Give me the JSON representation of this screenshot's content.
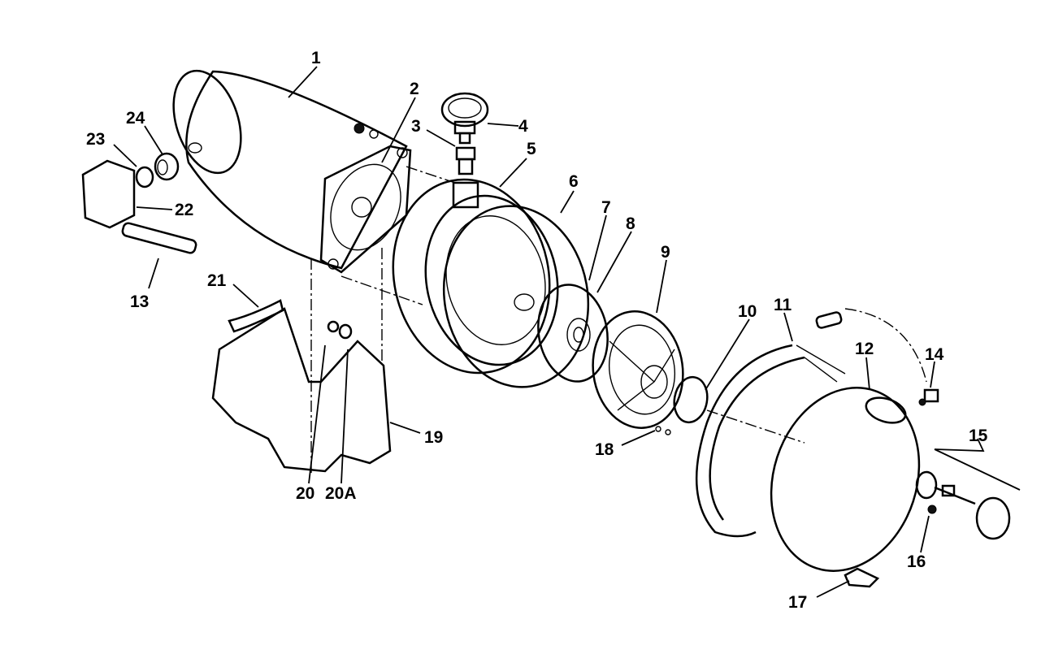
{
  "diagram": {
    "colors": {
      "ink": "#000000",
      "background": "#ffffff",
      "stipple": "#8a8a8a"
    },
    "parts": [
      {
        "id": "1",
        "label": "1"
      },
      {
        "id": "2",
        "label": "2"
      },
      {
        "id": "3",
        "label": "3"
      },
      {
        "id": "4",
        "label": "4"
      },
      {
        "id": "5",
        "label": "5"
      },
      {
        "id": "6",
        "label": "6"
      },
      {
        "id": "7",
        "label": "7"
      },
      {
        "id": "8",
        "label": "8"
      },
      {
        "id": "9",
        "label": "9"
      },
      {
        "id": "10",
        "label": "10"
      },
      {
        "id": "11",
        "label": "11"
      },
      {
        "id": "12",
        "label": "12"
      },
      {
        "id": "13",
        "label": "13"
      },
      {
        "id": "14",
        "label": "14"
      },
      {
        "id": "15",
        "label": "15"
      },
      {
        "id": "16",
        "label": "16"
      },
      {
        "id": "17",
        "label": "17"
      },
      {
        "id": "18",
        "label": "18"
      },
      {
        "id": "19",
        "label": "19"
      },
      {
        "id": "20",
        "label": "20"
      },
      {
        "id": "20A",
        "label": "20A"
      },
      {
        "id": "21",
        "label": "21"
      },
      {
        "id": "22",
        "label": "22"
      },
      {
        "id": "23",
        "label": "23"
      },
      {
        "id": "24",
        "label": "24"
      }
    ]
  }
}
